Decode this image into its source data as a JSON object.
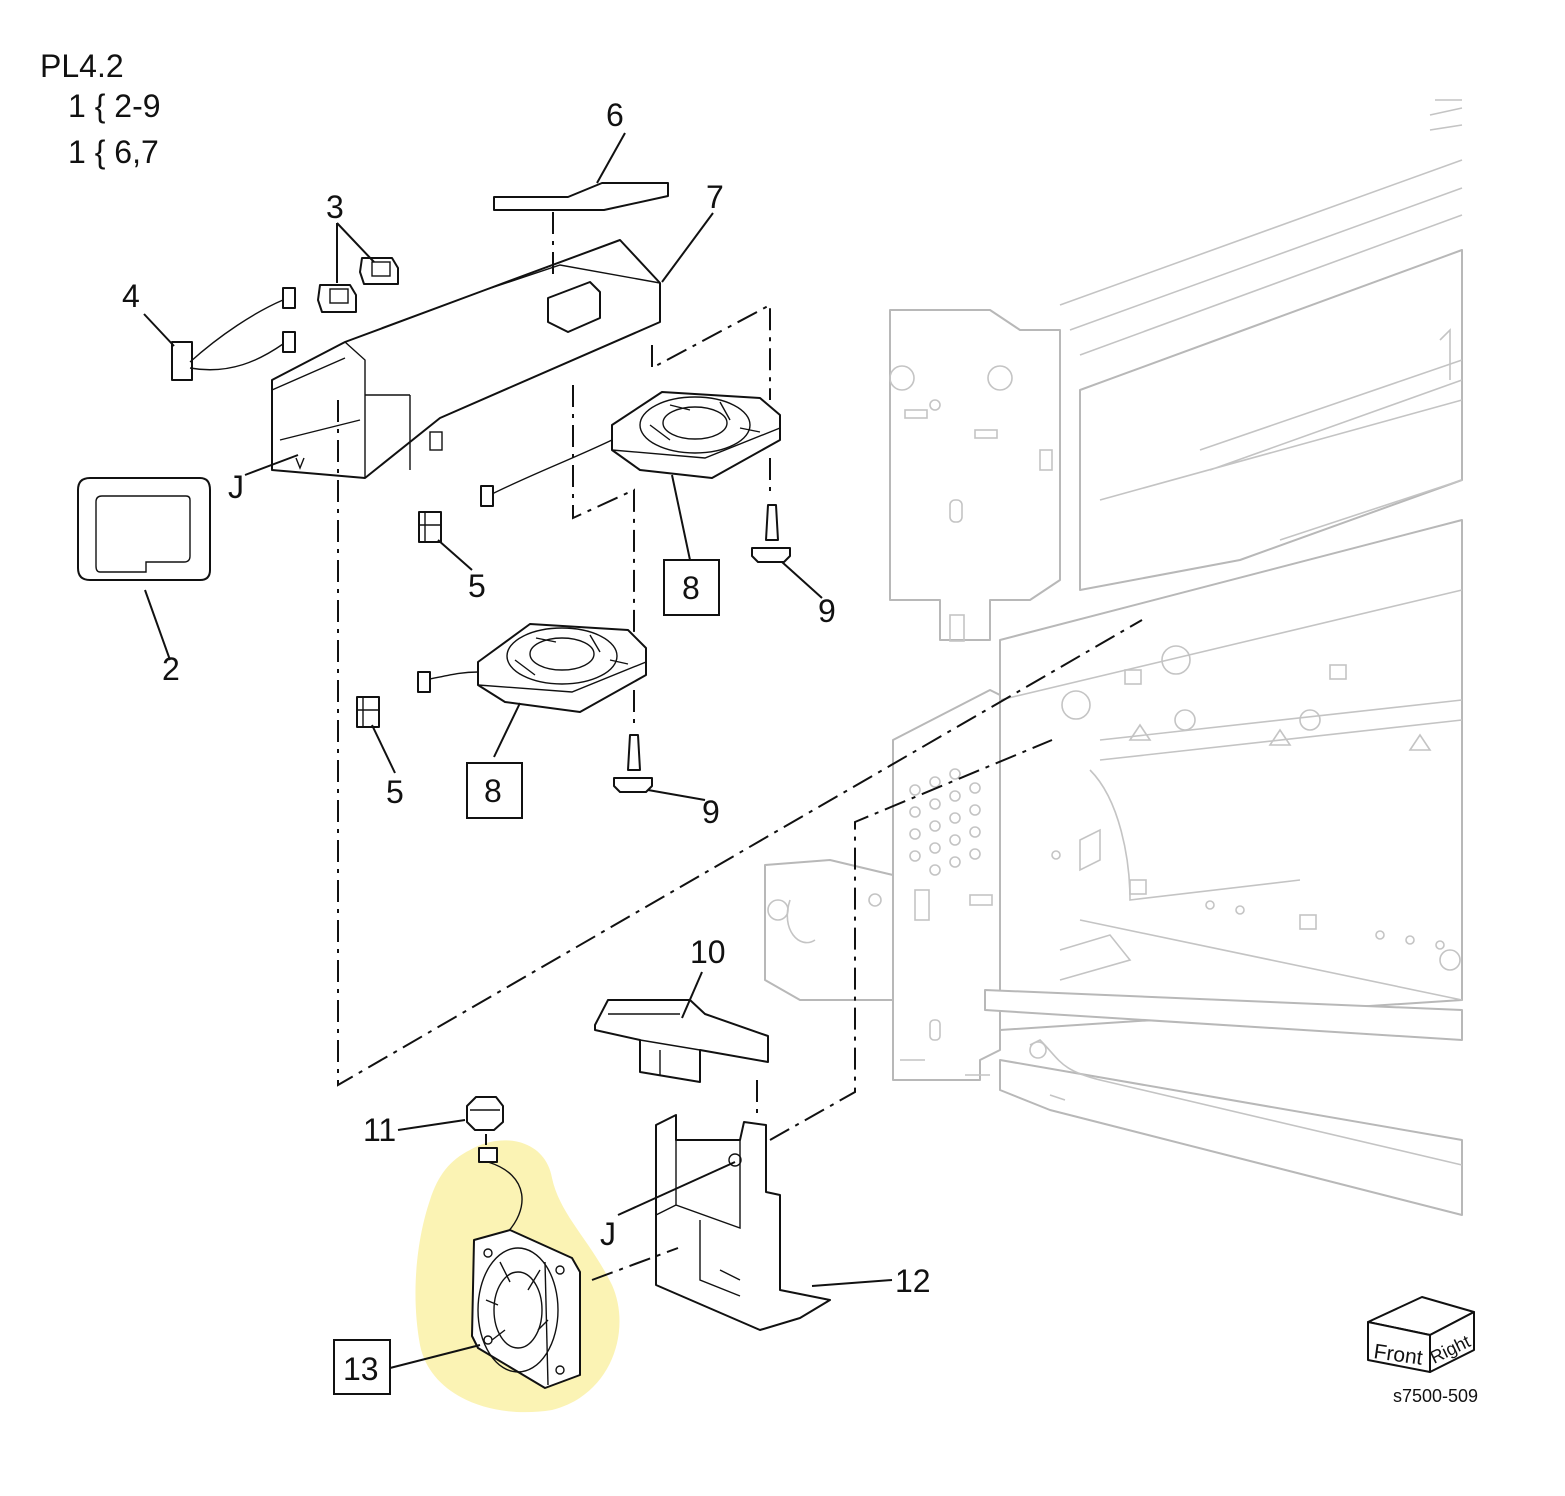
{
  "header": {
    "plate": "PL4.2",
    "group1": "1 { 2-9",
    "group2": "1 { 6,7"
  },
  "callouts": {
    "c2": "2",
    "c3": "3",
    "c4": "4",
    "c5a": "5",
    "c5b": "5",
    "c6": "6",
    "c7": "7",
    "c8a": "8",
    "c8b": "8",
    "c9a": "9",
    "c9b": "9",
    "c10": "10",
    "c11": "11",
    "c12": "12",
    "c13": "13",
    "cJa": "J",
    "cJb": "J"
  },
  "orientation": {
    "front": "Front",
    "right": "Right"
  },
  "figure_id": "s7500-509",
  "colors": {
    "highlight": "#fbf3b4",
    "line": "#111111",
    "frame": "#b8b8b8"
  }
}
